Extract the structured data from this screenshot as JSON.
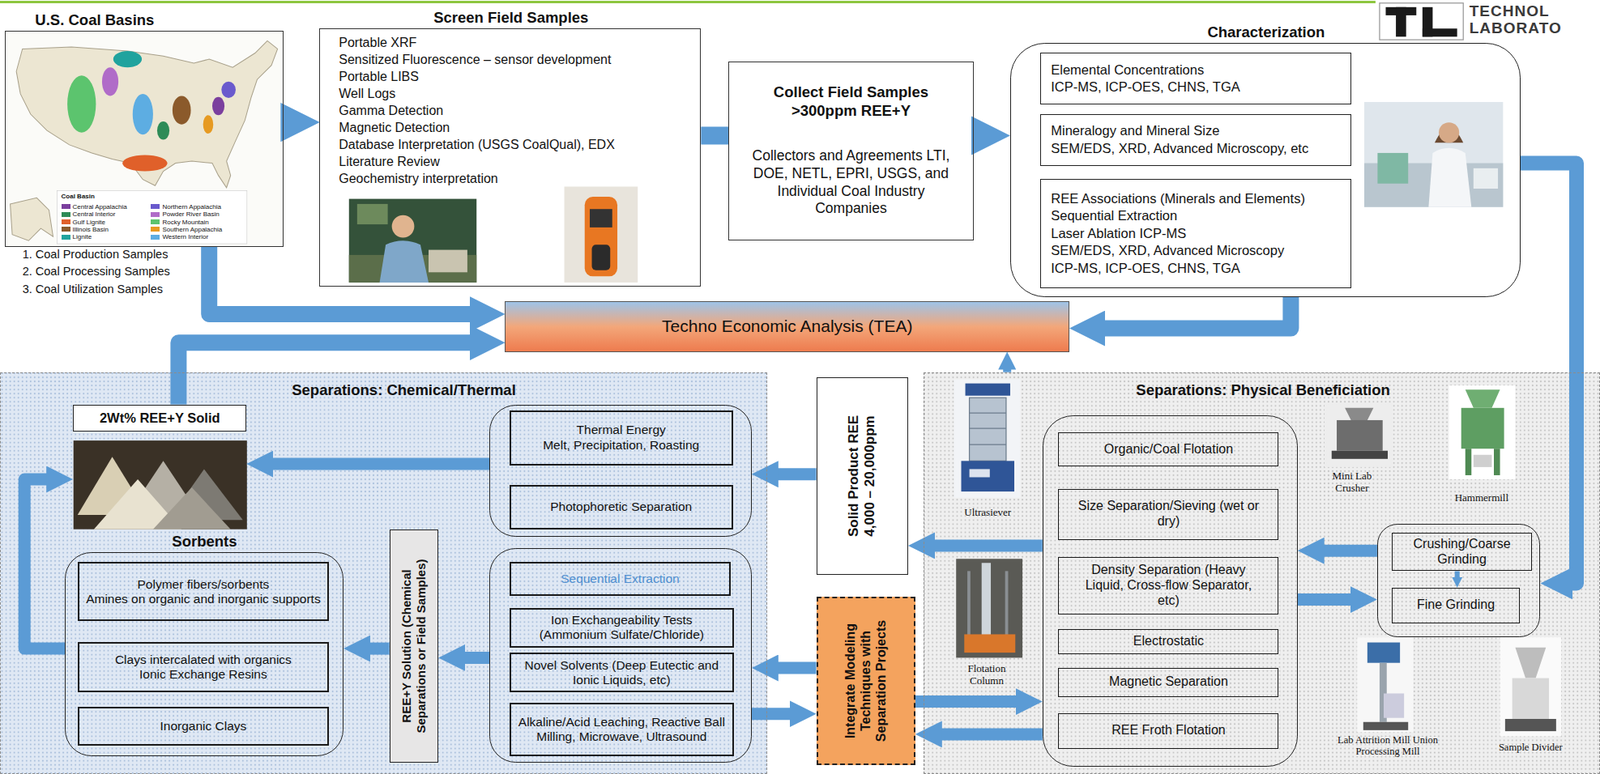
{
  "diagram": {
    "nodes": [
      {
        "text": [
          "U.S. Coal Basins"
        ]
      },
      {
        "text": [
          "Screen Field Samples",
          "Portable XRF",
          "Sensitized Fluorescence – sensor development",
          "Portable LIBS",
          "Well Logs",
          "Gamma Detection",
          "Magnetic Detection",
          "Database Interpretation (USGS CoalQual), EDX",
          "Literature Review",
          "Geochemistry interpretation"
        ]
      },
      {
        "text": [
          "Collect Field Samples >300ppm REE+Y",
          "Collectors and Agreements LTI, DOE, NETL, EPRI, USGS, and Individual Coal Industry Companies"
        ]
      },
      {
        "text": [
          "Characterization"
        ]
      },
      {
        "text": [
          "Elemental Concentrations",
          "ICP-MS, ICP-OES, CHNS, TGA"
        ],
        "in": 3
      },
      {
        "text": [
          "Mineralogy and Mineral Size",
          "SEM/EDS, XRD, Advanced Microscopy, etc"
        ],
        "in": 3
      },
      {
        "text": [
          "REE Associations (Minerals and Elements)",
          "Sequential Extraction",
          "Laser Ablation ICP-MS",
          "SEM/EDS, XRD, Advanced Microscopy",
          "ICP-MS, ICP-OES, CHNS, TGA"
        ],
        "in": 3
      },
      {
        "text": [
          "Techno Economic Analysis (TEA)"
        ]
      },
      {
        "text": [
          "Separations: Chemical/Thermal"
        ]
      },
      {
        "text": [
          "2Wt% REE+Y Solid"
        ],
        "in": 8
      },
      {
        "text": [],
        "in": 8
      },
      {
        "text": [
          "Thermal Energy",
          "Melt, Precipitation, Roasting"
        ],
        "in": 10
      },
      {
        "text": [
          "Photophoretic Separation"
        ],
        "in": 10
      },
      {
        "text": [
          "Sorbents"
        ],
        "in": 8
      },
      {
        "text": [
          "Polymer fibers/sorbents",
          "Amines on organic and inorganic supports"
        ],
        "in": 13
      },
      {
        "text": [
          "Clays intercalated with organics",
          "Ionic Exchange Resins"
        ],
        "in": 13
      },
      {
        "text": [
          "Inorganic Clays"
        ],
        "in": 13
      },
      {
        "text": [
          "REE+Y Solution (Chemical Separations or Field Samples)"
        ],
        "in": 8
      },
      {
        "text": [],
        "in": 8
      },
      {
        "text": [
          "Sequential Extraction"
        ],
        "in": 18
      },
      {
        "text": [
          "Ion Exchangeability Tests (Ammonium Sulfate/Chloride)"
        ],
        "in": 18
      },
      {
        "text": [
          "Novel Solvents (Deep Eutectic and Ionic Liquids, etc)"
        ],
        "in": 18
      },
      {
        "text": [
          "Alkaline/Acid Leaching, Reactive Ball Milling, Microwave, Ultrasound"
        ],
        "in": 18
      },
      {
        "text": [
          "Solid Product REE",
          "4,000 – 20,000ppm"
        ]
      },
      {
        "text": [
          "Integrate Modeling Techniques with Separation Projects"
        ]
      },
      {
        "text": [
          "Separations: Physical Beneficiation"
        ]
      },
      {
        "text": [],
        "in": 25
      },
      {
        "text": [
          "Organic/Coal Flotation"
        ],
        "in": 26
      },
      {
        "text": [
          "Size Separation/Sieving (wet or dry)"
        ],
        "in": 26
      },
      {
        "text": [
          "Density Separation (Heavy Liquid, Cross-flow Separator, etc)"
        ],
        "in": 26
      },
      {
        "text": [
          "Electrostatic"
        ],
        "in": 26
      },
      {
        "text": [
          "Magnetic Separation"
        ],
        "in": 26
      },
      {
        "text": [
          "REE Froth Flotation"
        ],
        "in": 26
      },
      {
        "text": [],
        "in": 25
      },
      {
        "text": [
          "Crushing/Coarse Grinding"
        ],
        "in": 33
      },
      {
        "text": [
          "Fine Grinding"
        ],
        "in": 33
      }
    ],
    "edges": [
      {
        "from": 0,
        "to": 1,
        "arrow": "to"
      },
      {
        "from": 1,
        "to": 2,
        "arrow": "none"
      },
      {
        "from": 2,
        "to": 3,
        "arrow": "to"
      },
      {
        "from": 0,
        "to": 7,
        "arrow": "to"
      },
      {
        "from": 3,
        "to": 7,
        "arrow": "to"
      },
      {
        "from": 3,
        "to": 33,
        "arrow": "to"
      },
      {
        "from": 33,
        "to": 26,
        "arrow": "to"
      },
      {
        "from": 26,
        "to": 33,
        "arrow": "to"
      },
      {
        "from": 34,
        "to": 35,
        "arrow": "to"
      },
      {
        "from": 26,
        "to": 23,
        "arrow": "to"
      },
      {
        "from": 25,
        "to": 7,
        "arrow": "to"
      },
      {
        "from": 23,
        "to": 10,
        "arrow": "to"
      },
      {
        "from": 10,
        "to": 9,
        "arrow": "to"
      },
      {
        "from": 9,
        "to": 7,
        "arrow": "to"
      },
      {
        "from": 13,
        "to": 9,
        "arrow": "to"
      },
      {
        "from": 17,
        "to": 13,
        "arrow": "to"
      },
      {
        "from": 18,
        "to": 17,
        "arrow": "to"
      },
      {
        "from": 24,
        "to": 18,
        "arrow": "to"
      },
      {
        "from": 18,
        "to": 24,
        "arrow": "to"
      },
      {
        "from": 24,
        "to": 26,
        "arrow": "to"
      },
      {
        "from": 26,
        "to": 24,
        "arrow": "to"
      }
    ],
    "labels": [
      "1. Coal Production Samples",
      "2. Coal Processing Samples",
      "3. Coal Utilization Samples",
      "Coal Basin",
      "Ultrasiever",
      "Flotation Column",
      "Mini Lab Crusher",
      "Hammermill",
      "Lab Attrition Mill Union Processing Mill",
      "Sample Divider",
      "TECHNOL",
      "LABORATO"
    ],
    "legend": [
      {
        "text": "Central Appalachia",
        "color": "#7b3f9e"
      },
      {
        "text": "Central Interior",
        "color": "#2e8b57"
      },
      {
        "text": "Gulf Lignite",
        "color": "#e0602a"
      },
      {
        "text": "Illinois Basin",
        "color": "#8b5a2b"
      },
      {
        "text": "Lignite",
        "color": "#20a39e"
      },
      {
        "text": "Northern Appalachia",
        "color": "#6a5acd"
      },
      {
        "text": "Powder River Basin",
        "color": "#b06cc8"
      },
      {
        "text": "Rocky Mountain",
        "color": "#5cc46e"
      },
      {
        "text": "Southern Appalachia",
        "color": "#e69a22"
      },
      {
        "text": "Western Interior",
        "color": "#5dade2"
      }
    ]
  }
}
